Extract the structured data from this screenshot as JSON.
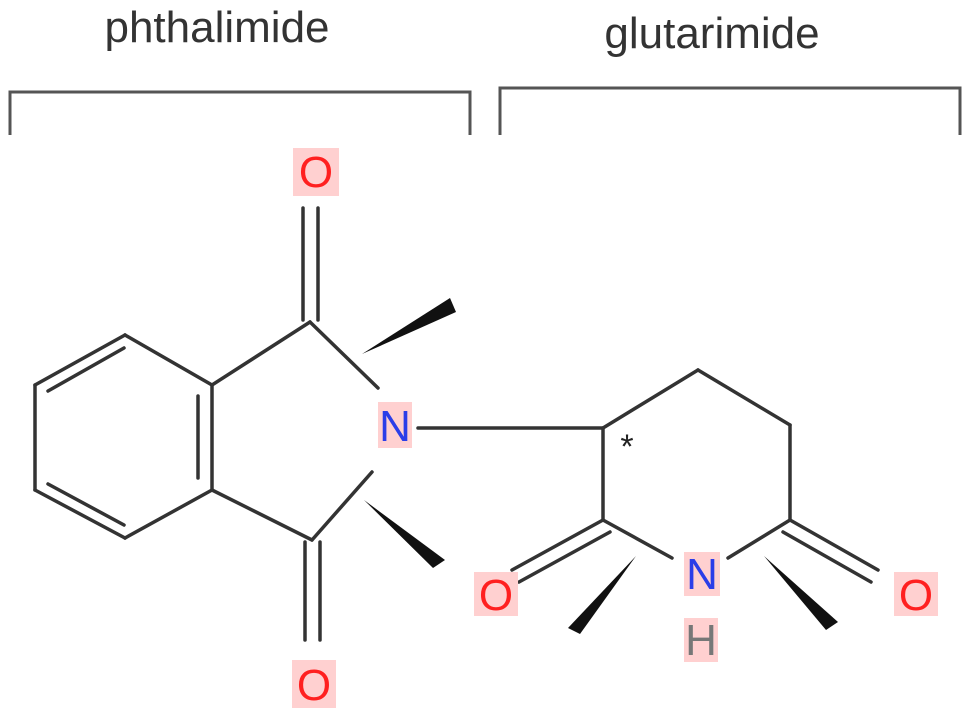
{
  "sections": {
    "left_title": "phthalimide",
    "right_title": "glutarimide"
  },
  "atoms": {
    "o_top": "O",
    "o_bottom_left": "O",
    "n_phthal": "N",
    "n_glut": "N",
    "h_glut": "H",
    "o_glut_left": "O",
    "o_glut_right": "O",
    "chiral_marker": "*"
  },
  "colors": {
    "oxygen": "#ff2020",
    "nitrogen": "#2b3ee8",
    "hydrogen": "#777777",
    "atom_highlight": "#ffd0d0",
    "bond": "#333333"
  }
}
